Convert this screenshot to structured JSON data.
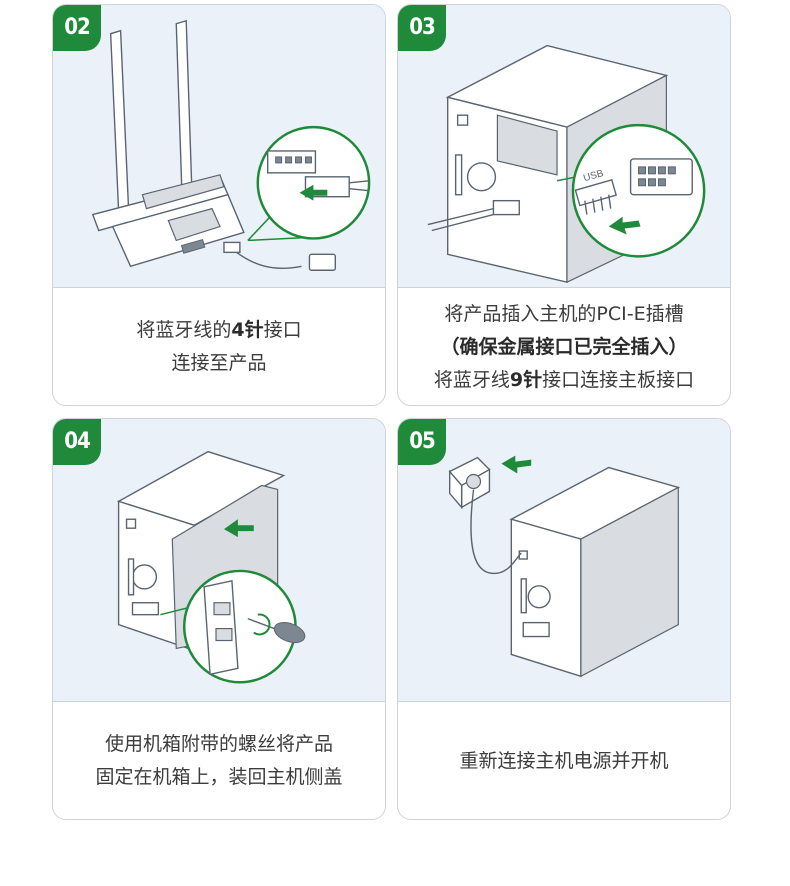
{
  "steps": [
    {
      "number": "02",
      "lines": [
        {
          "pre": "将蓝牙线的",
          "bold": "4针",
          "post": "接口"
        },
        {
          "pre": "连接至产品",
          "bold": "",
          "post": ""
        }
      ]
    },
    {
      "number": "03",
      "usb_label": "USB",
      "lines": [
        {
          "pre": "将产品插入主机的PCI-E插槽",
          "bold": "",
          "post": ""
        },
        {
          "pre": "",
          "bold": "（确保金属接口已完全插入）",
          "post": ""
        },
        {
          "pre": "将蓝牙线",
          "bold": "9针",
          "post": "接口连接主板接口"
        }
      ]
    },
    {
      "number": "04",
      "lines": [
        {
          "pre": "使用机箱附带的螺丝将产品",
          "bold": "",
          "post": ""
        },
        {
          "pre": "固定在机箱上，装回主机侧盖",
          "bold": "",
          "post": ""
        }
      ]
    },
    {
      "number": "05",
      "lines": [
        {
          "pre": "重新连接主机电源并开机",
          "bold": "",
          "post": ""
        }
      ]
    }
  ],
  "colors": {
    "accent": "#1f8a3a",
    "panel": "#eaf1f8",
    "text": "#3c3c3c"
  }
}
